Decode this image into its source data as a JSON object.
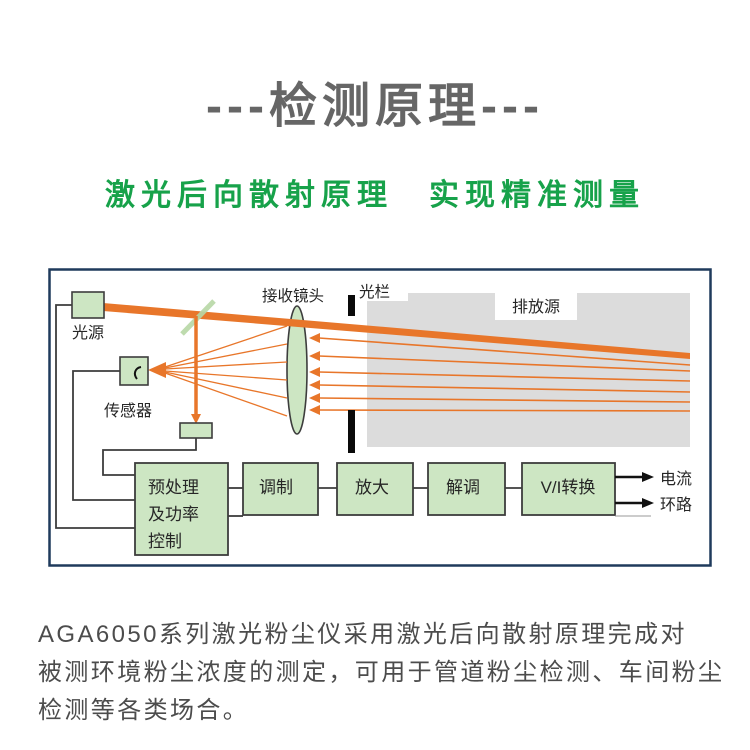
{
  "title": "---检测原理---",
  "subtitle": "激光后向散射原理　实现精准测量",
  "diagram": {
    "labels": {
      "light_source": "光源",
      "sensor": "传感器",
      "receiving_lens": "接收镜头",
      "light_barrier": "光栏",
      "emission_source": "排放源"
    },
    "flow": {
      "preprocess_line1": "预处理",
      "preprocess_line2": "及功率",
      "preprocess_line3": "控制",
      "modulation": "调制",
      "amplification": "放大",
      "demodulation": "解调",
      "vi_conversion": "V/I转换",
      "output_line1": "电流",
      "output_line2": "环路"
    },
    "colors": {
      "beam_orange": "#e8762a",
      "box_green": "#cde6c3",
      "panel_border": "#1f3a5c",
      "emission_gray": "#dcdcdc",
      "subtitle_green": "#17a24a",
      "title_gray": "#666666"
    }
  },
  "description": {
    "lines": [
      "AGA6050系列激光粉尘仪采用激光后向散射原理完成对",
      "被测环境粉尘浓度的测定，可用于管道粉尘检测、车间粉尘",
      "检测等各类场合。"
    ]
  }
}
